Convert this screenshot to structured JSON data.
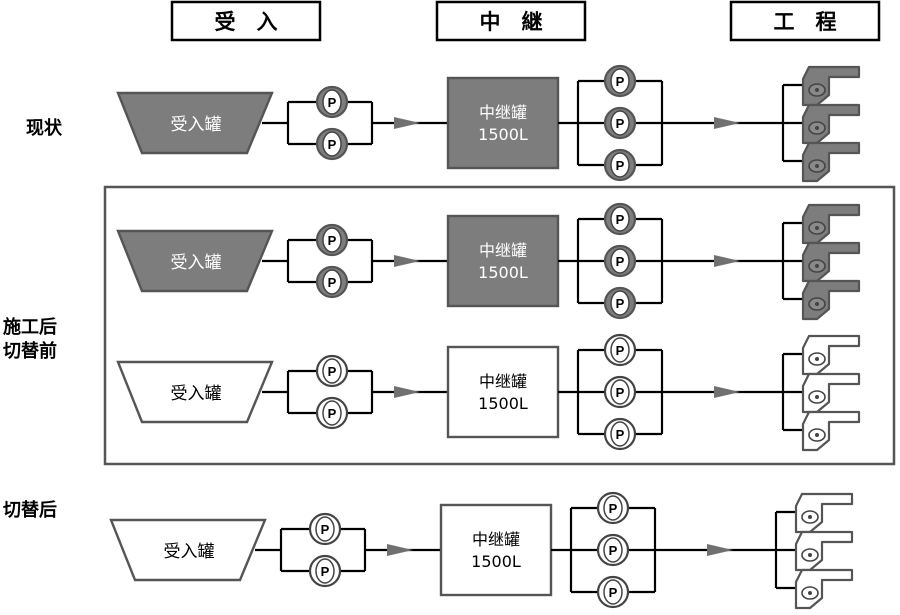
{
  "headers": {
    "receive": "受　入",
    "relay": "中　継",
    "process": "工　程"
  },
  "row_labels": {
    "current": "现状",
    "during_line1": "施工后",
    "during_line2": "切替前",
    "after": "切替后"
  },
  "receiving_tank_label": "受入罐",
  "relay_tank_label": "中继罐",
  "relay_tank_capacity": "1500L",
  "pump_symbol": "P",
  "colors": {
    "existing_fill": "#7d7d7d",
    "new_fill": "#ffffff",
    "outline": "#555555",
    "line": "#000000",
    "arrow": "#707070"
  },
  "rows": [
    {
      "name": "current",
      "style": "existing"
    },
    {
      "name": "during-existing",
      "style": "existing"
    },
    {
      "name": "during-new",
      "style": "new"
    },
    {
      "name": "after",
      "style": "new"
    }
  ]
}
